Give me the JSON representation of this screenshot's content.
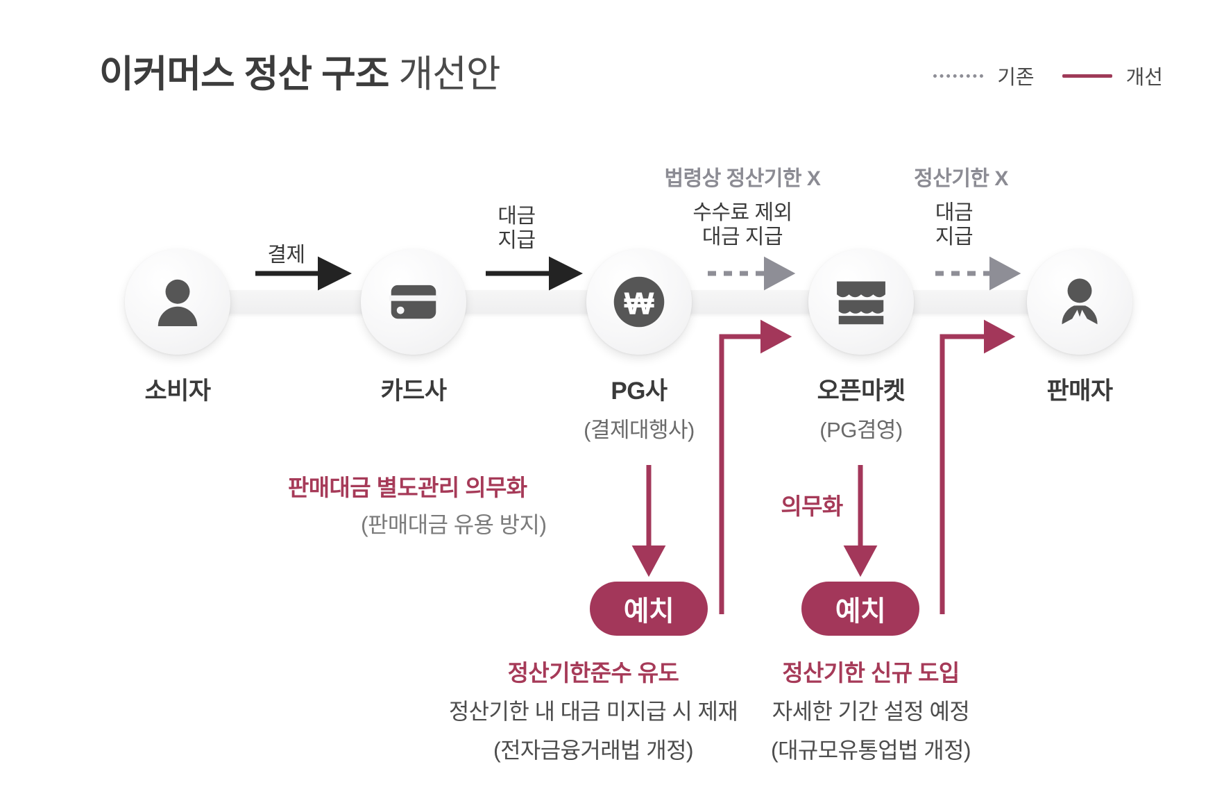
{
  "header": {
    "title_main": "이커머스 정산 구조",
    "title_accent": "개선안",
    "legend": [
      {
        "label": "기존",
        "style": "dotted",
        "color": "#8e8e96"
      },
      {
        "label": "개선",
        "style": "solid",
        "color": "#9e3a58"
      }
    ]
  },
  "nodes": [
    {
      "id": "consumer",
      "name": "소비자",
      "sub": "",
      "icon": "person-icon"
    },
    {
      "id": "card",
      "name": "카드사",
      "sub": "",
      "icon": "credit-card-icon"
    },
    {
      "id": "pg",
      "name": "PG사",
      "sub": "(결제대행사)",
      "icon": "won-currency-icon"
    },
    {
      "id": "market",
      "name": "오픈마켓",
      "sub": "(PG겸영)",
      "icon": "storefront-icon"
    },
    {
      "id": "seller",
      "name": "판매자",
      "sub": "",
      "icon": "seller-person-icon"
    }
  ],
  "flows": [
    {
      "id": "consumer-to-card",
      "label_line1": "결제",
      "label_line2": "",
      "arrow": "solid-dark"
    },
    {
      "id": "card-to-pg",
      "label_line1": "대금",
      "label_line2": "지급",
      "arrow": "solid-dark"
    },
    {
      "id": "pg-to-market",
      "label_line1": "수수료 제외",
      "label_line2": "대금 지급",
      "arrow": "dotted-grey",
      "note": "법령상 정산기한 X"
    },
    {
      "id": "market-to-seller",
      "label_line1": "대금",
      "label_line2": "지급",
      "arrow": "dotted-grey",
      "note": "정산기한 X"
    }
  ],
  "improvements": {
    "pg_branch": {
      "title": "판매대금 별도관리 의무화",
      "subtitle": "(판매대금 유용 방지)",
      "pill": "예치",
      "outcome_title": "정산기한준수 유도",
      "outcome_line1": "정산기한 내 대금 미지급 시 제재",
      "outcome_line2": "(전자금융거래법 개정)"
    },
    "market_branch": {
      "title": "의무화",
      "pill": "예치",
      "outcome_title": "정산기한 신규 도입",
      "outcome_line1": "자세한 기간 설정 예정",
      "outcome_line2": "(대규모유통업법 개정)"
    }
  },
  "colors": {
    "accent": "#a63a58",
    "pill_bg": "#a3375a",
    "icon_grey": "#565656",
    "note_grey": "#8b8b93",
    "text_dark": "#3a3a3a"
  }
}
